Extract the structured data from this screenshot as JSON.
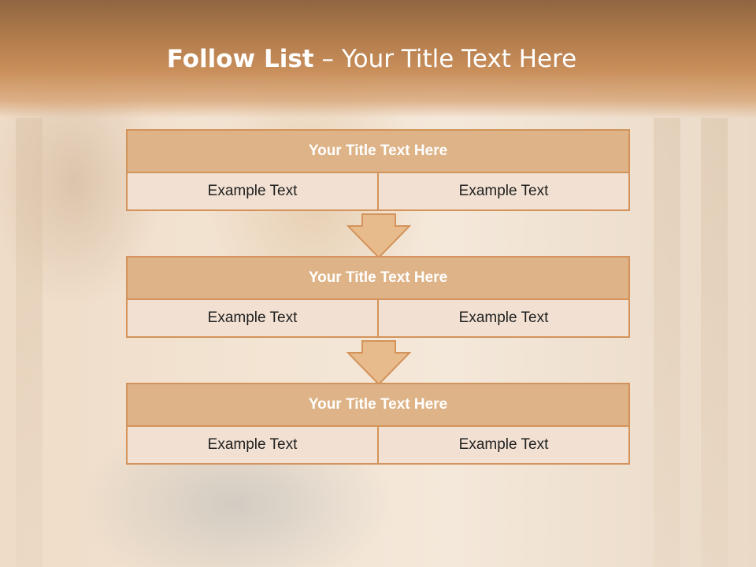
{
  "slide": {
    "title_bold": "Follow List",
    "title_rest": "– Your Title Text Here"
  },
  "blocks": [
    {
      "title": "Your Title Text Here",
      "cells": [
        "Example Text",
        "Example Text"
      ]
    },
    {
      "title": "Your Title Text Here",
      "cells": [
        "Example Text",
        "Example Text"
      ]
    },
    {
      "title": "Your Title Text Here",
      "cells": [
        "Example Text",
        "Example Text"
      ]
    }
  ],
  "colors": {
    "header_fill": "#deb387",
    "border": "#d3935a",
    "cell_fill": "#f2e1d3",
    "arrow_fill": "#e7bb8c"
  }
}
